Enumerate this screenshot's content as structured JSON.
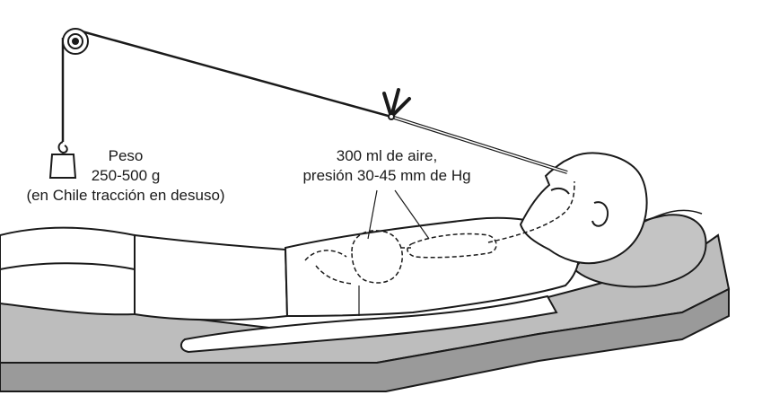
{
  "weight_label": {
    "line1": "Peso",
    "line2": "250-500 g",
    "line3": "(en Chile tracción en desuso)"
  },
  "air_label": {
    "line1": "300 ml de aire,",
    "line2": "presión 30-45 mm de Hg"
  },
  "colors": {
    "outline": "#1a1a1a",
    "bed_fill": "#bdbdbd",
    "bed_side": "#9a9a9a",
    "pillow_fill": "#c4c4c4",
    "background": "#ffffff"
  }
}
